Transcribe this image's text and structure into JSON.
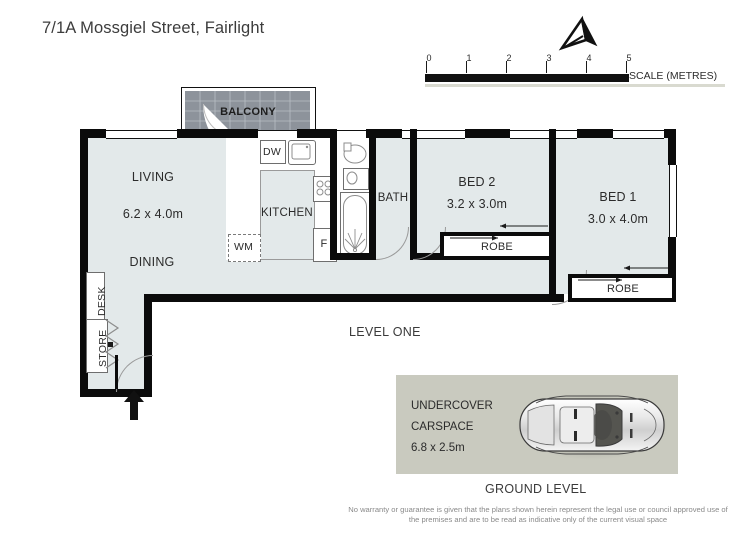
{
  "header": {
    "title": "7/1A Mossgiel Street, Fairlight"
  },
  "compass": {
    "icon": "north-arrow-icon"
  },
  "scale": {
    "label": "SCALE (METRES)",
    "ticks": [
      "0",
      "1",
      "2",
      "3",
      "4",
      "5"
    ],
    "min": 0,
    "max": 5,
    "unit": "metres"
  },
  "level_one": {
    "label": "LEVEL ONE",
    "rooms": [
      {
        "name": "BALCONY",
        "dimensions": ""
      },
      {
        "name": "LIVING",
        "dimensions": "6.2 x 4.0m"
      },
      {
        "name": "DINING",
        "dimensions": ""
      },
      {
        "name": "KITCHEN",
        "dimensions": ""
      },
      {
        "name": "BATH",
        "dimensions": ""
      },
      {
        "name": "BED 2",
        "dimensions": "3.2 x 3.0m"
      },
      {
        "name": "BED 1",
        "dimensions": "3.0 x 4.0m"
      }
    ],
    "fixtures": [
      {
        "label": "DW",
        "name": "dishwasher"
      },
      {
        "label": "WM",
        "name": "washing-machine"
      },
      {
        "label": "F",
        "name": "fridge"
      },
      {
        "label": "DESK",
        "name": "desk"
      },
      {
        "label": "STORE",
        "name": "store"
      },
      {
        "label": "ROBE",
        "name": "robe-bed-2"
      },
      {
        "label": "ROBE",
        "name": "robe-bed-1"
      }
    ]
  },
  "ground_level": {
    "label": "GROUND LEVEL",
    "carspace": {
      "line1": "UNDERCOVER",
      "line2": "CARSPACE",
      "dimensions": "6.8 x 2.5m"
    }
  },
  "disclaimer": "No warranty or guarantee is given that the plans shown herein represent the legal use or council approved use of the premises and are to be read as indicative only of the current visual space",
  "colors": {
    "floor": "#e3e9ea",
    "wall": "#0b0b0b",
    "carspace_panel": "#c9cabf",
    "balcony_tile": "#8d939b",
    "text": "#2b2b2b"
  }
}
